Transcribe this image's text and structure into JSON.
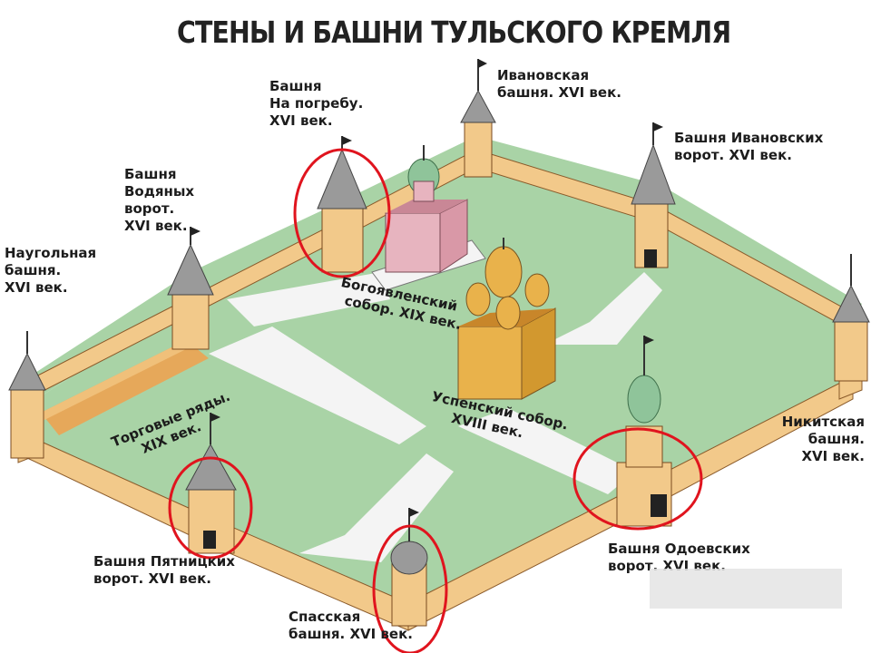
{
  "title": "СТЕНЫ И БАШНИ ТУЛЬСКОГО КРЕМЛЯ",
  "labels": {
    "ivanovskaya": [
      "Ивановская",
      "башня. XVI век."
    ],
    "pogreb": [
      "Башня",
      "На погребу.",
      "XVI век."
    ],
    "ivanovskih_vorot": [
      "Башня Ивановских",
      "ворот. XVI век."
    ],
    "vodyanyh": [
      "Башня",
      "Водяных",
      "ворот.",
      "XVI век."
    ],
    "naugolnaya": [
      "Наугольная",
      "башня.",
      "XVI век."
    ],
    "bogoyavlensky": [
      "Богоявленский",
      "собор. XIX век."
    ],
    "uspensky": [
      "Успенский собор.",
      "XVIII век."
    ],
    "torgovye": [
      "Торговые ряды.",
      "XIX век."
    ],
    "nikitskaya": [
      "Никитская",
      "башня.",
      "XVI век."
    ],
    "pyatnitskih": [
      "Башня Пятницких",
      "ворот. XVI век."
    ],
    "odoevskih": [
      "Башня Одоевских",
      "ворот. XVI век."
    ],
    "spasskaya": [
      "Спасская",
      "башня. XVI век."
    ]
  },
  "colors": {
    "wall": "#f2c98a",
    "wall_shadow": "#d99a4e",
    "grass": "#a9d3a6",
    "path": "#f4f4f4",
    "roof": "#9a9a9a",
    "highlight": "#e0141e",
    "cathedral_pink": "#e7b4bf",
    "cathedral_gold": "#e9b24b"
  },
  "highlighted_towers": [
    "pogreb",
    "pyatnitskih",
    "spasskaya",
    "odoevskih"
  ]
}
